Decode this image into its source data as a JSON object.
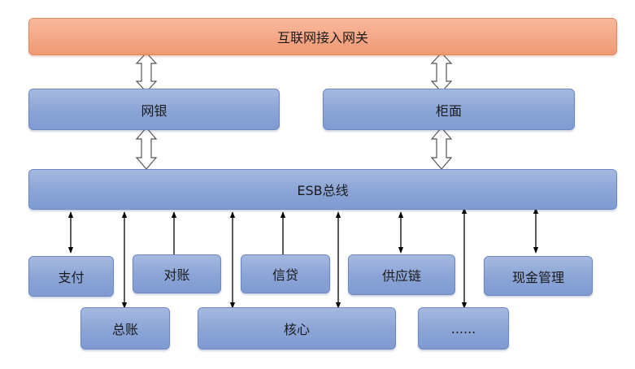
{
  "gateway": {
    "label": "互联网接入网关"
  },
  "channels": {
    "netbank": {
      "label": "网银"
    },
    "counter": {
      "label": "柜面"
    }
  },
  "bus": {
    "label": "ESB总线"
  },
  "services": {
    "payment": {
      "label": "支付"
    },
    "reconciliation": {
      "label": "对账"
    },
    "credit": {
      "label": "信贷"
    },
    "supply_chain": {
      "label": "供应链"
    },
    "cash_management": {
      "label": "现金管理"
    },
    "ledger": {
      "label": "总账"
    },
    "core": {
      "label": "核心"
    },
    "more": {
      "label": "......"
    }
  }
}
